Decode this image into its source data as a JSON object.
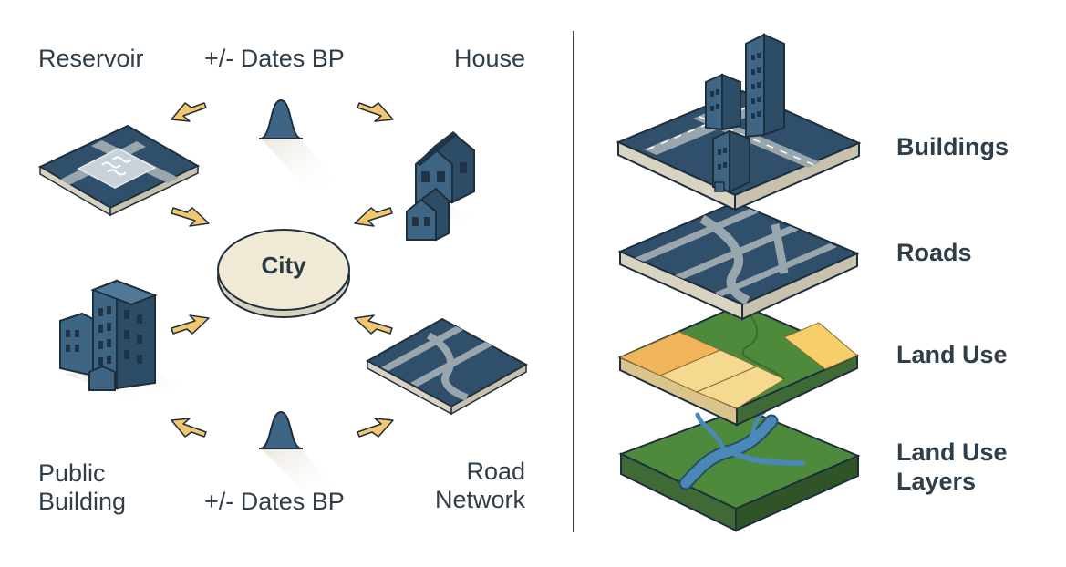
{
  "left": {
    "labels": {
      "reservoir": "Reservoir",
      "dates_top": "+/- Dates BP",
      "house": "House",
      "public_building_line1": "Public",
      "public_building_line2": "Building",
      "dates_bottom": "+/- Dates BP",
      "road_network_line1": "Road",
      "road_network_line2": "Network"
    },
    "center": "City"
  },
  "right": {
    "layers": [
      {
        "label": "Buildings"
      },
      {
        "label": "Roads"
      },
      {
        "label": "Land Use"
      },
      {
        "label_line1": "Land Use",
        "label_line2": "Layers"
      }
    ]
  },
  "colors": {
    "navy": "#3e6584",
    "navy_dark": "#2d4c66",
    "arrow": "#f2c76e",
    "city_fill": "#efe9d6",
    "green": "#4d8a3c",
    "tan": "#f5d98e",
    "orange": "#f0b45a",
    "road_gray": "#9aa6ad",
    "water": "#4a88b8"
  }
}
